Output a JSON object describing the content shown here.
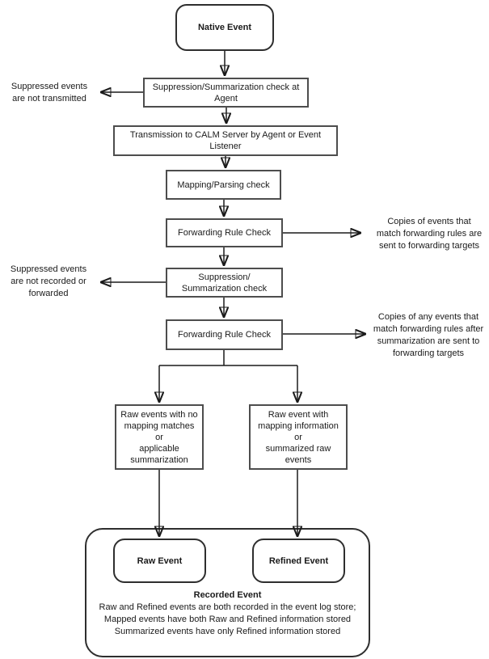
{
  "diagram": {
    "background_color": "#ffffff",
    "line_color": "#1a1a1a",
    "box_border_color": "#4d4d4d"
  },
  "nodes": {
    "native_event": {
      "label": "Native Event"
    },
    "suppression_agent": {
      "label": "Suppression/Summarization check at\nAgent"
    },
    "transmission": {
      "label": "Transmission to CALM Server by Agent or Event\nListener"
    },
    "mapping_parsing": {
      "label": "Mapping/Parsing check"
    },
    "forwarding_check_1": {
      "label": "Forwarding Rule Check"
    },
    "suppression_server": {
      "label": "Suppression/\nSummarization check"
    },
    "forwarding_check_2": {
      "label": "Forwarding Rule Check"
    },
    "raw_no_mapping": {
      "label": "Raw events with no\nmapping matches or\napplicable\nsummarization"
    },
    "raw_with_mapping": {
      "label": "Raw event with\nmapping information\nor\nsummarized raw\nevents"
    },
    "raw_event": {
      "label": "Raw Event"
    },
    "refined_event": {
      "label": "Refined Event"
    },
    "recorded_event": {
      "title": "Recorded Event",
      "line1": "Raw and Refined events are both recorded in the event log store;",
      "line2": "Mapped events have both Raw and Refined information stored",
      "line3": "Summarized events have only Refined information stored"
    }
  },
  "annotations": {
    "suppressed_not_transmitted": {
      "label": "Suppressed events\nare not transmitted"
    },
    "copies_match_rules": {
      "label": "Copies of events that\nmatch forwarding rules are\nsent to forwarding targets"
    },
    "suppressed_not_recorded": {
      "label": "Suppressed events\nare not recorded or\nforwarded"
    },
    "copies_after_summarization": {
      "label": "Copies of any events that\nmatch forwarding rules after\nsummarization are sent to\nforwarding targets"
    }
  }
}
